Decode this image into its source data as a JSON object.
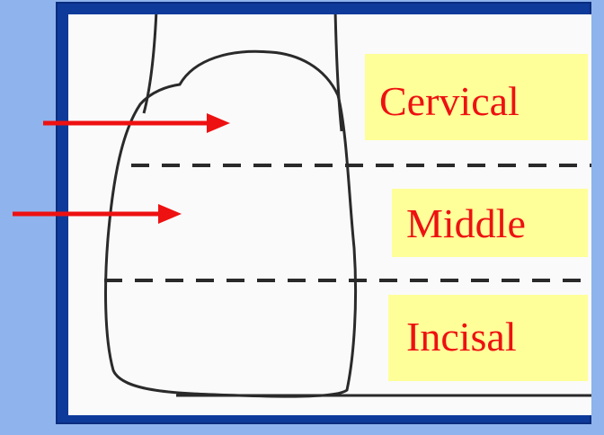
{
  "labels": {
    "cervical": "Cervical",
    "middle": "Middle",
    "incisal": "Incisal"
  },
  "colors": {
    "slide_background": "#8fb3ec",
    "frame": "#0e3a9a",
    "label_background": "#ffff99",
    "label_text": "#ee1111",
    "arrow": "#ee1111",
    "sketch_line": "#2a2a2a"
  }
}
